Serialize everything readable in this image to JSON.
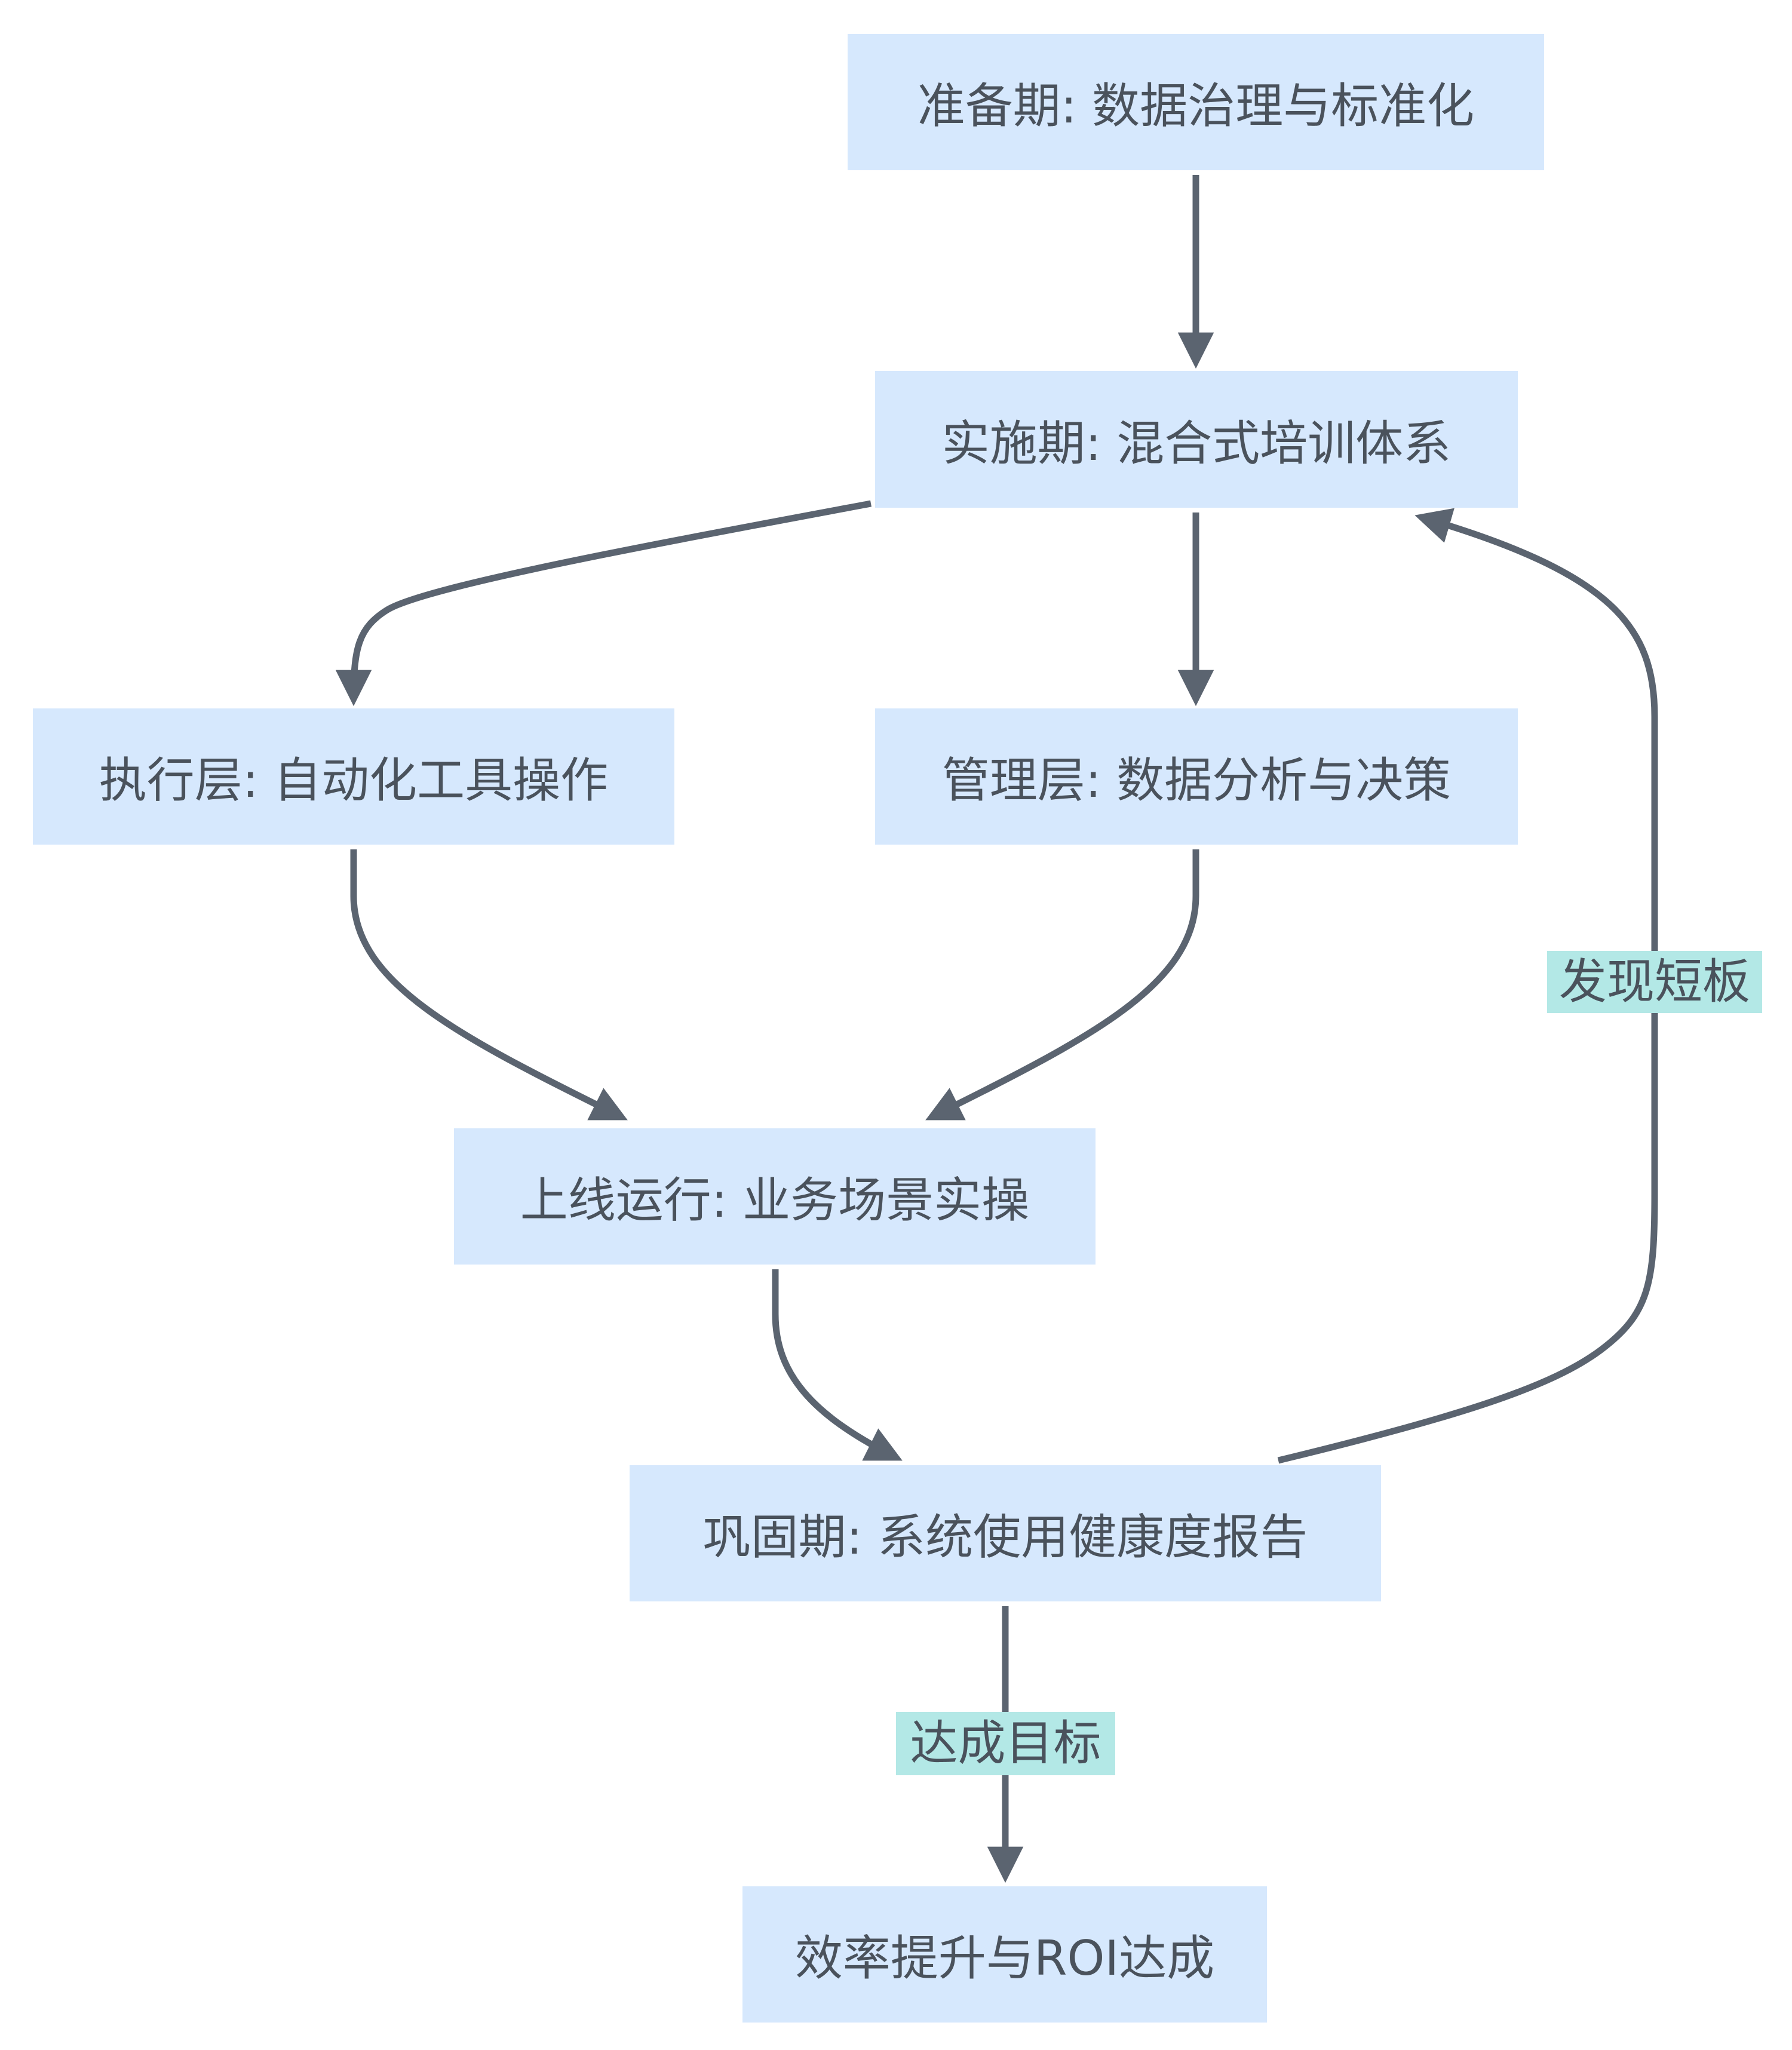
{
  "diagram": {
    "type": "flowchart",
    "colors": {
      "node_fill": "#d6e8fd",
      "text": "#4a525c",
      "edge": "#5b6470",
      "edge_label_fill": "#b3e8e6"
    },
    "nodes": [
      {
        "id": "prep",
        "label": "准备期: 数据治理与标准化"
      },
      {
        "id": "impl",
        "label": "实施期: 混合式培训体系"
      },
      {
        "id": "exec",
        "label": "执行层: 自动化工具操作"
      },
      {
        "id": "mgmt",
        "label": "管理层: 数据分析与决策"
      },
      {
        "id": "live",
        "label": "上线运行: 业务场景实操"
      },
      {
        "id": "consol",
        "label": "巩固期: 系统使用健康度报告"
      },
      {
        "id": "goal",
        "label": "效率提升与ROI达成"
      }
    ],
    "edges": [
      {
        "from": "prep",
        "to": "impl",
        "label": ""
      },
      {
        "from": "impl",
        "to": "exec",
        "label": ""
      },
      {
        "from": "impl",
        "to": "mgmt",
        "label": ""
      },
      {
        "from": "exec",
        "to": "live",
        "label": ""
      },
      {
        "from": "mgmt",
        "to": "live",
        "label": ""
      },
      {
        "from": "live",
        "to": "consol",
        "label": ""
      },
      {
        "from": "consol",
        "to": "impl",
        "label": "发现短板"
      },
      {
        "from": "consol",
        "to": "goal",
        "label": "达成目标"
      }
    ]
  }
}
